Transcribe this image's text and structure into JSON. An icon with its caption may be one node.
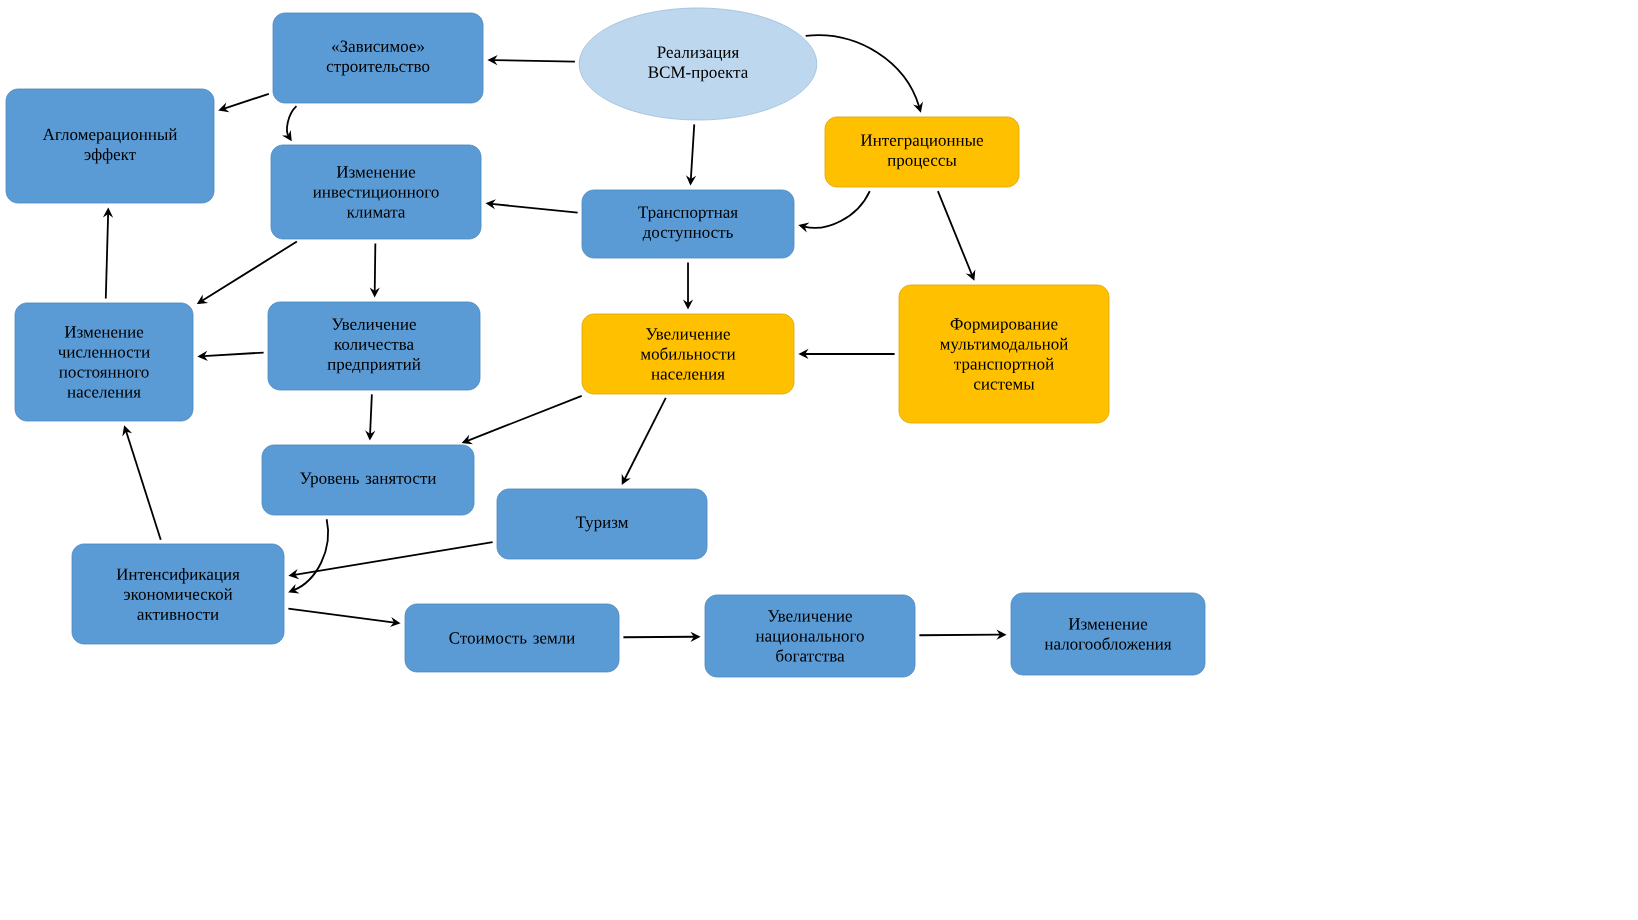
{
  "diagram": {
    "nodes": [
      {
        "text": [
          "Реализация ВСМ-проекта"
        ]
      },
      {
        "text": [
          "«Зависимое» строительство"
        ]
      },
      {
        "text": [
          "Агломерационный эффект"
        ]
      },
      {
        "text": [
          "Изменение инвестиционного климата"
        ]
      },
      {
        "text": [
          "Транспортная доступность"
        ]
      },
      {
        "text": [
          "Интеграционные процессы"
        ]
      },
      {
        "text": [
          "Увеличение количества предприятий"
        ]
      },
      {
        "text": [
          "Изменение численности постоянного населения"
        ]
      },
      {
        "text": [
          "Увеличение мобильности населения"
        ]
      },
      {
        "text": [
          "Формирование мультимодальной транспортной системы"
        ]
      },
      {
        "text": [
          "Уровень занятости"
        ]
      },
      {
        "text": [
          "Туризм"
        ]
      },
      {
        "text": [
          "Интенсификация экономической активности"
        ]
      },
      {
        "text": [
          "Стоимость земли"
        ]
      },
      {
        "text": [
          "Увеличение национального богатства"
        ]
      },
      {
        "text": [
          "Изменение налогообложения"
        ]
      }
    ],
    "edges": [
      {
        "from": 0,
        "to": 1,
        "arrow": "to"
      },
      {
        "from": 1,
        "to": 2,
        "arrow": "to"
      },
      {
        "from": 1,
        "to": 3,
        "arrow": "to"
      },
      {
        "from": 0,
        "to": 4,
        "arrow": "to"
      },
      {
        "from": 0,
        "to": 5,
        "arrow": "to"
      },
      {
        "from": 4,
        "to": 3,
        "arrow": "to"
      },
      {
        "from": 5,
        "to": 4,
        "arrow": "to"
      },
      {
        "from": 5,
        "to": 9,
        "arrow": "to"
      },
      {
        "from": 9,
        "to": 8,
        "arrow": "to"
      },
      {
        "from": 4,
        "to": 8,
        "arrow": "to"
      },
      {
        "from": 3,
        "to": 7,
        "arrow": "to"
      },
      {
        "from": 7,
        "to": 2,
        "arrow": "to"
      },
      {
        "from": 6,
        "to": 7,
        "arrow": "to"
      },
      {
        "from": 3,
        "to": 6,
        "arrow": "to"
      },
      {
        "from": 6,
        "to": 10,
        "arrow": "to"
      },
      {
        "from": 8,
        "to": 10,
        "arrow": "to"
      },
      {
        "from": 8,
        "to": 11,
        "arrow": "to"
      },
      {
        "from": 12,
        "to": 7,
        "arrow": "to"
      },
      {
        "from": 10,
        "to": 12,
        "arrow": "to"
      },
      {
        "from": 11,
        "to": 12,
        "arrow": "to"
      },
      {
        "from": 12,
        "to": 13,
        "arrow": "to"
      },
      {
        "from": 13,
        "to": 14,
        "arrow": "to"
      },
      {
        "from": 14,
        "to": 15,
        "arrow": "to"
      }
    ]
  }
}
